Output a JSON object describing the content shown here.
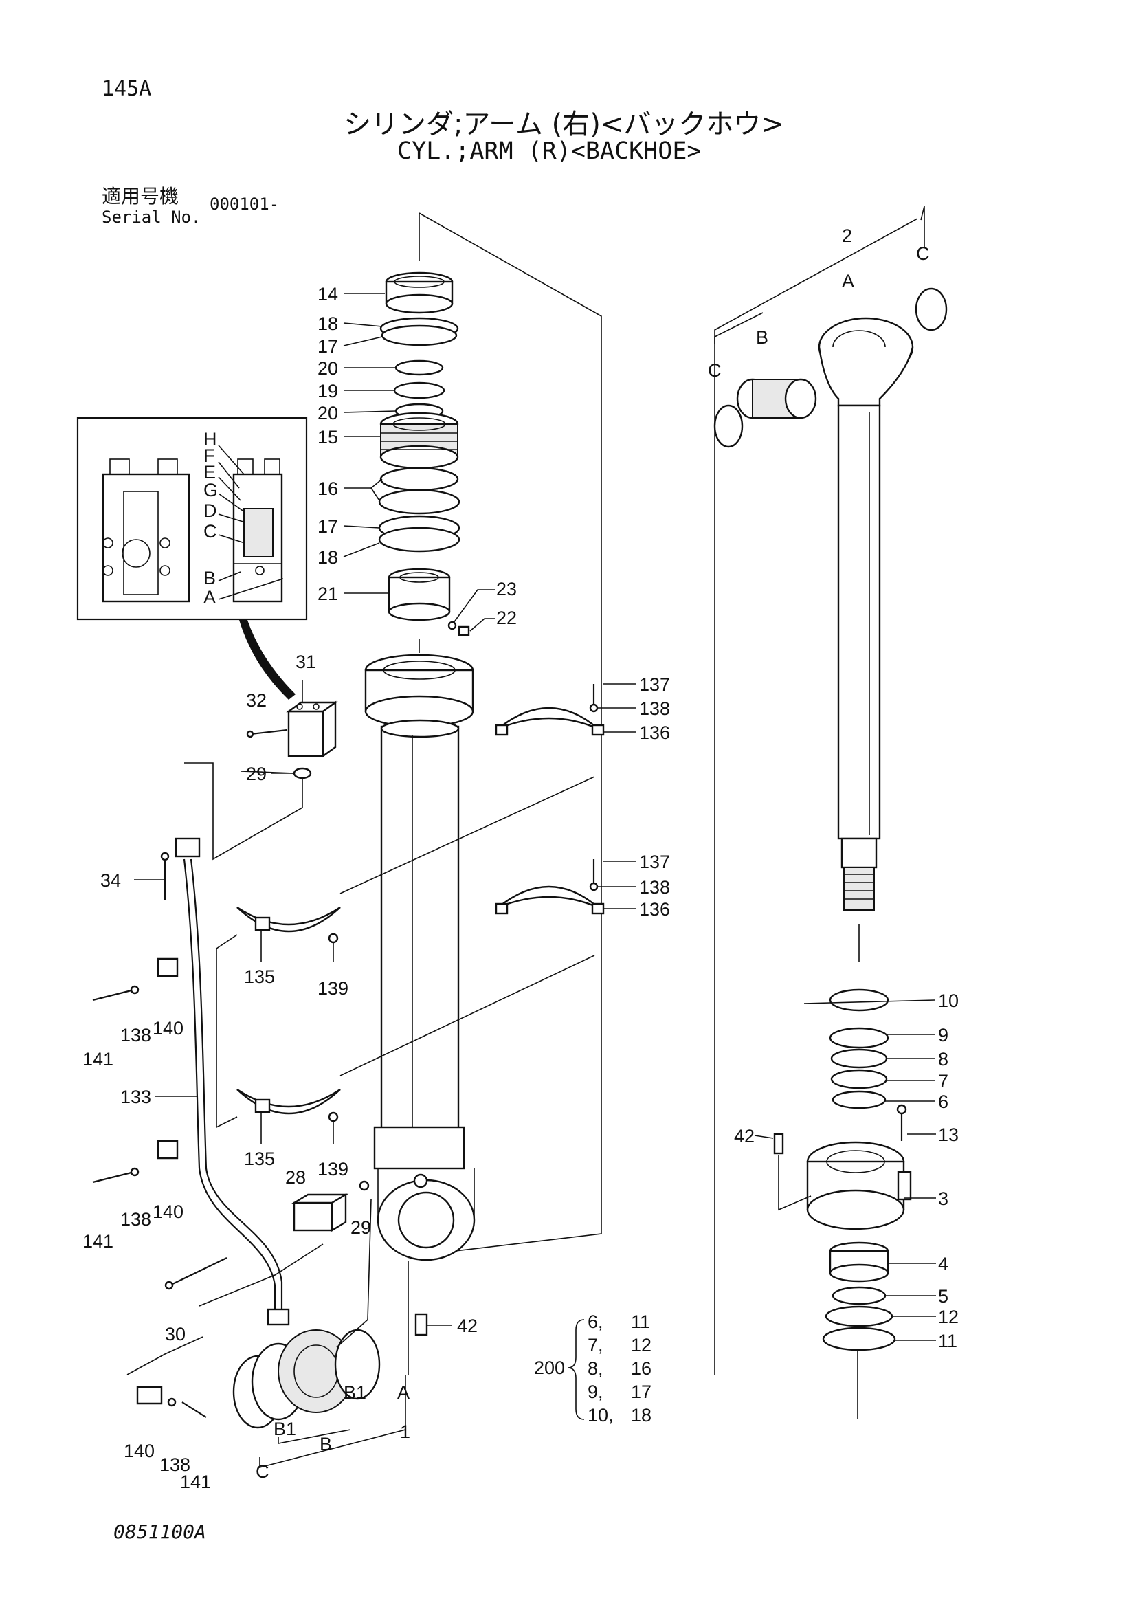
{
  "header": {
    "page_id": "145A",
    "title_jp": "シリンダ;アーム (右)<バックホウ>",
    "title_en": "CYL.;ARM (R)<BACKHOE>",
    "serial_label_jp": "適用号機",
    "serial_label_en": "Serial No.",
    "serial_value": "000101-"
  },
  "figure_code": "0851100A",
  "callouts": {
    "c14": "14",
    "c18a": "18",
    "c17a": "17",
    "c20a": "20",
    "c19": "19",
    "c20b": "20",
    "c15": "15",
    "c16": "16",
    "c17b": "17",
    "c18b": "18",
    "c21": "21",
    "c23": "23",
    "c22": "22",
    "c31": "31",
    "c32": "32",
    "c29a": "29",
    "c34": "34",
    "c137a": "137",
    "c138a": "138",
    "c136a": "136",
    "c137b": "137",
    "c138b": "138",
    "c136b": "136",
    "c135a": "135",
    "c139a": "139",
    "c138c": "138",
    "c140a": "140",
    "c141a": "141",
    "c133": "133",
    "c135b": "135",
    "c139b": "139",
    "c138d": "138",
    "c140b": "140",
    "c141b": "141",
    "c28": "28",
    "c29b": "29",
    "c30": "30",
    "c42a": "42",
    "c140c": "140",
    "c138e": "138",
    "c141c": "141",
    "cB1a": "B1",
    "cB1b": "B1",
    "cBb": "B",
    "cCb": "C",
    "cAb": "A",
    "c1": "1",
    "c2": "2",
    "cAt": "A",
    "cBt": "B",
    "cCt1": "C",
    "cCt2": "C",
    "c10": "10",
    "c9": "9",
    "c8": "8",
    "c7": "7",
    "c6": "6",
    "c13": "13",
    "c42b": "42",
    "c3": "3",
    "c4": "4",
    "c5": "5",
    "c12": "12",
    "c11": "11"
  },
  "inset_labels": {
    "H": "H",
    "F": "F",
    "E": "E",
    "G": "G",
    "D": "D",
    "C": "C",
    "B": "B",
    "A": "A"
  },
  "kit": {
    "number": "200",
    "rows": [
      {
        "a": "6,",
        "b": "11"
      },
      {
        "a": "7,",
        "b": "12"
      },
      {
        "a": "8,",
        "b": "16"
      },
      {
        "a": "9,",
        "b": "17"
      },
      {
        "a": "10,",
        "b": "18"
      }
    ]
  }
}
